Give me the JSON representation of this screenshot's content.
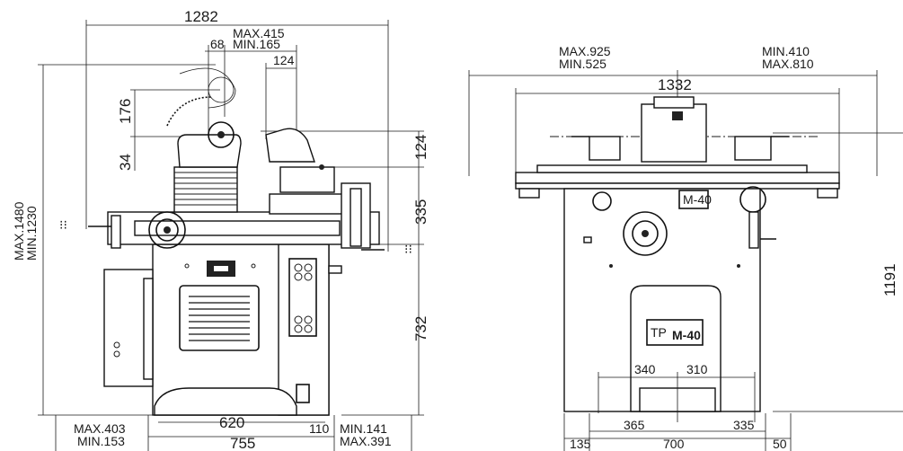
{
  "left_view": {
    "dims": {
      "overall_width": "1282",
      "max_415": "MAX.415",
      "min_165": "MIN.165",
      "d68": "68",
      "d124_top": "124",
      "d176": "176",
      "d34": "34",
      "d124_right": "124",
      "d335": "335",
      "d732": "732",
      "max_1480": "MAX.1480",
      "min_1230": "MIN.1230",
      "max_403": "MAX.403",
      "min_153": "MIN.153",
      "d620": "620",
      "d755": "755",
      "d110": "110",
      "min_141": "MIN.141",
      "max_391": "MAX.391"
    }
  },
  "right_view": {
    "dims": {
      "max_925": "MAX.925",
      "min_525": "MIN.525",
      "min_410": "MIN.410",
      "max_810": "MAX.810",
      "d1332": "1332",
      "d1191": "1191",
      "d340": "340",
      "d310": "310",
      "d365": "365",
      "d335": "335",
      "d135": "135",
      "d700": "700",
      "d50": "50"
    },
    "badge_main": "M-40",
    "badge_logo": "TP",
    "plate_top": "M-40"
  }
}
